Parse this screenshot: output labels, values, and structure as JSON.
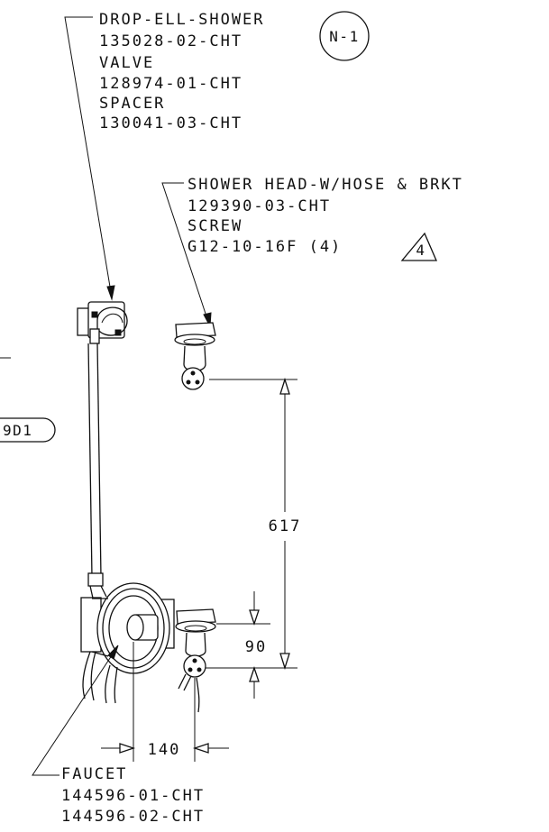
{
  "callouts": {
    "drop_ell": {
      "lines": [
        "DROP-ELL-SHOWER",
        "135028-02-CHT",
        "VALVE",
        "128974-01-CHT",
        "SPACER",
        "130041-03-CHT"
      ],
      "tag": "N-1"
    },
    "shower_head": {
      "lines": [
        "SHOWER HEAD-W/HOSE & BRKT",
        "129390-03-CHT",
        "SCREW",
        "G12-10-16F  (4)"
      ],
      "revision": "4"
    },
    "faucet": {
      "lines": [
        "FAUCET",
        "144596-01-CHT",
        "144596-02-CHT"
      ]
    },
    "edge_tag": "9D1"
  },
  "dimensions": {
    "height_617": "617",
    "height_90": "90",
    "offset_140": "140"
  }
}
